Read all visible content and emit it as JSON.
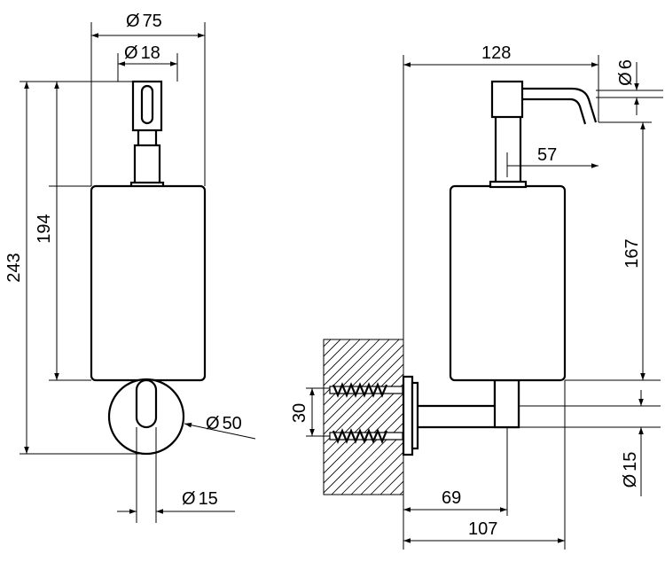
{
  "dimensions": {
    "front_body_diameter": "75",
    "front_pump_diameter": "18",
    "front_total_height": "243",
    "front_body_height": "194",
    "front_plate_diameter": "50",
    "front_arm_diameter": "15",
    "side_depth": "128",
    "side_spout_diameter": "6",
    "side_spout_reach": "57",
    "side_body_height": "167",
    "side_screw_spacing": "30",
    "side_arm_diameter": "15",
    "side_arm_length": "69",
    "side_body_offset": "107"
  },
  "symbols": {
    "diameter": "Ø"
  }
}
